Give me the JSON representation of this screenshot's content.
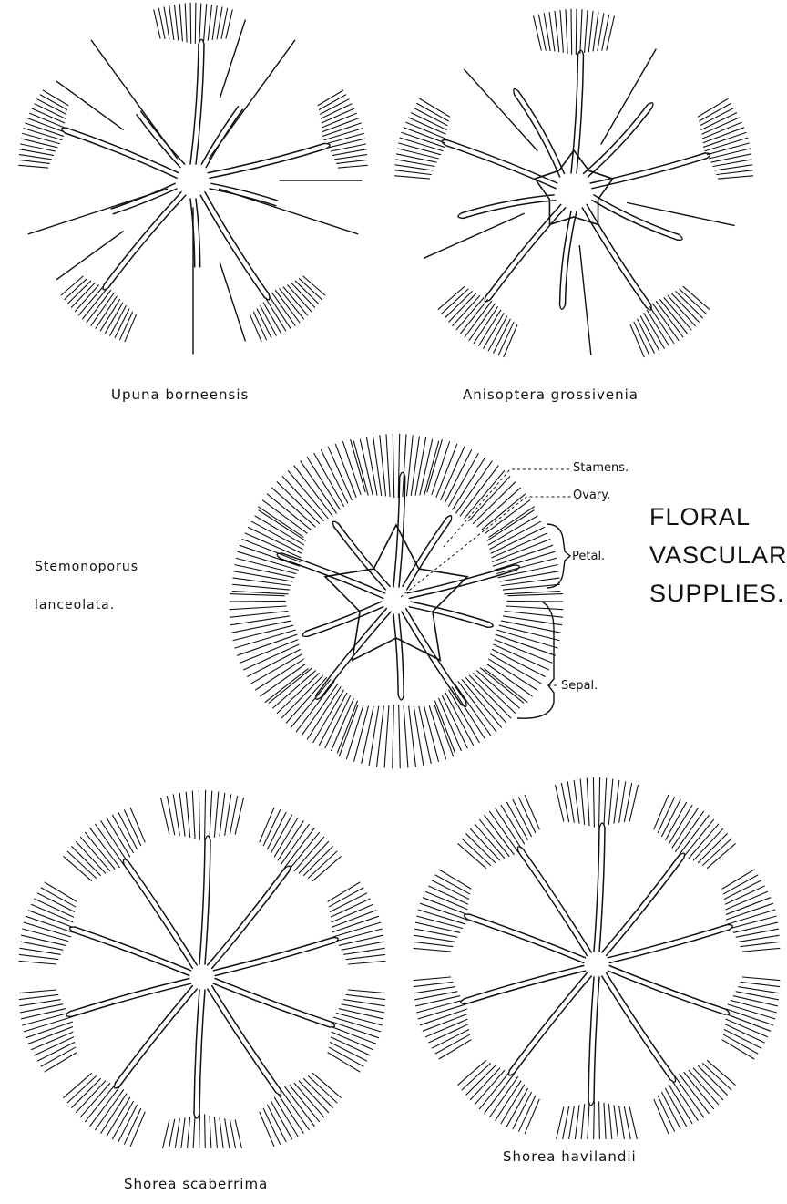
{
  "title_lines": [
    "FLORAL",
    "VASCULAR",
    "SUPPLIES."
  ],
  "captions": {
    "upuna": "Upuna borneensis",
    "anisoptera": "Anisoptera grossivenia",
    "stemonoporus_1": "Stemonoporus",
    "stemonoporus_2": "lanceolata.",
    "shorea_scaberrima": "Shorea scaberrima",
    "shorea_havilandii": "Shorea havilandii"
  },
  "labels": {
    "stamens": "Stamens.",
    "ovary": "Ovary.",
    "petal": "Petal.",
    "sepal": "Sepal."
  },
  "colors": {
    "ink": "#111111",
    "paper": "#ffffff"
  }
}
